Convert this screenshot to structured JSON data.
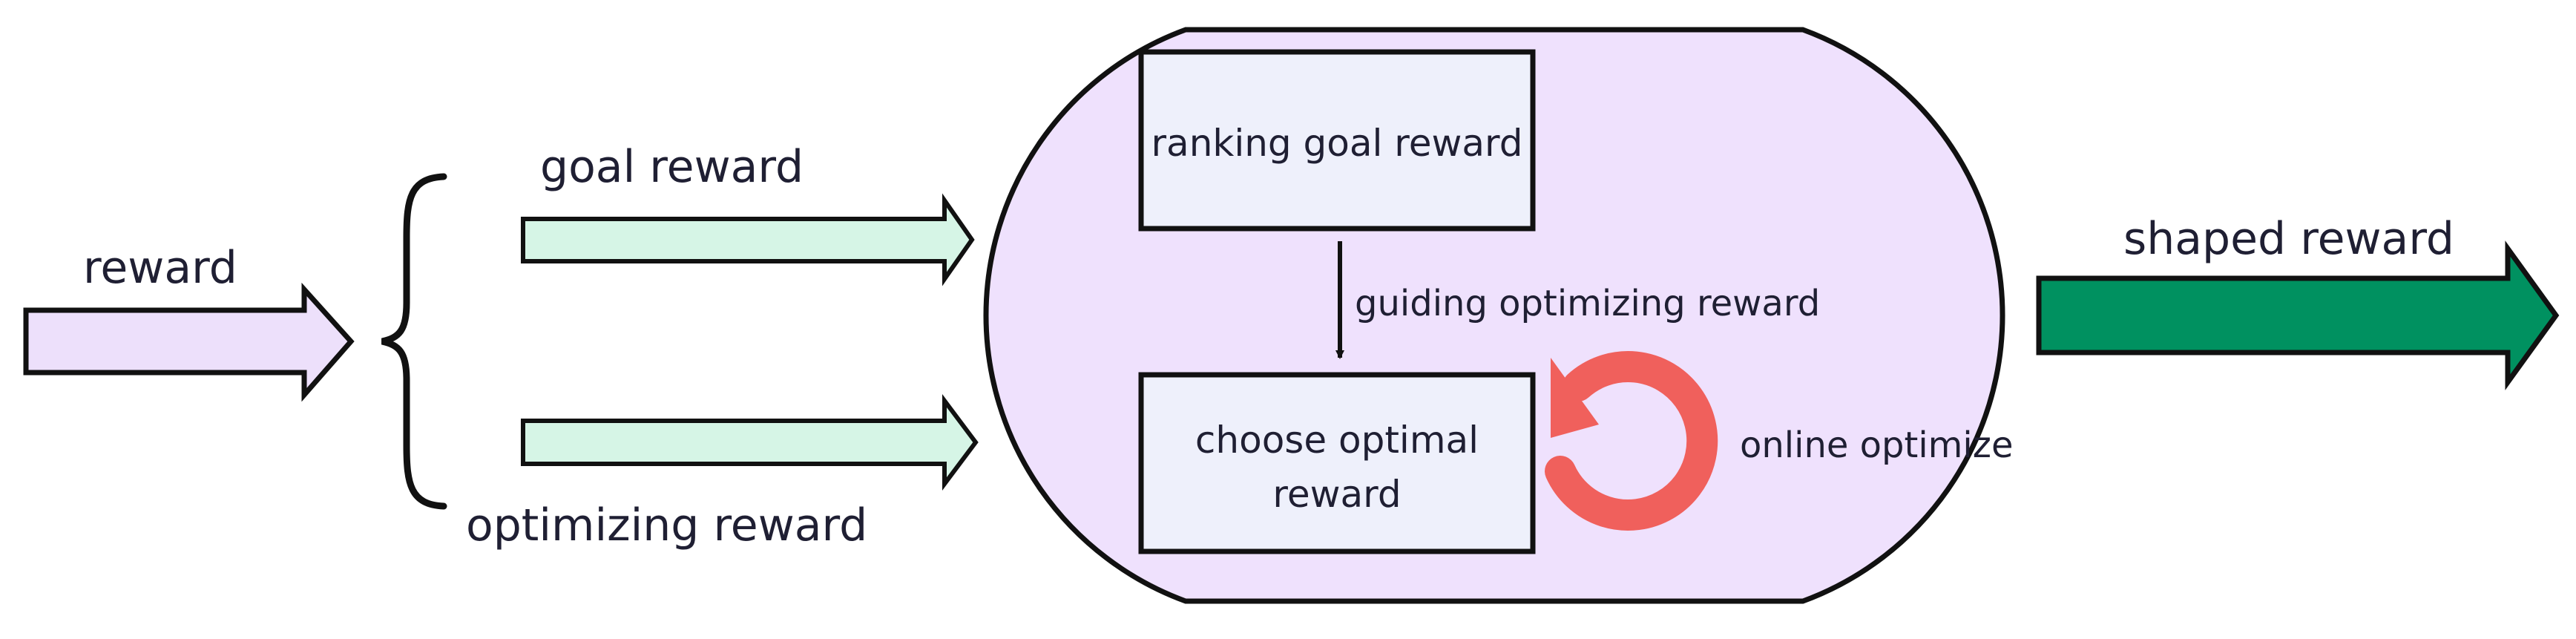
{
  "labels": {
    "input": "reward",
    "goal": "goal reward",
    "optimizing": "optimizing reward",
    "output": "shaped reward",
    "guiding": "guiding optimizing reward",
    "online": "online optimize"
  },
  "boxes": {
    "ranking": [
      "ranking goal reward"
    ],
    "choose": [
      "choose optimal",
      "reward"
    ]
  },
  "colors": {
    "input_arrow": "#ede0fb",
    "branch_arrow": "#d6f5e6",
    "capsule": "#efe1fd",
    "box_fill": "#eef0fb",
    "output_arrow": "#009160",
    "loop": "#f0605c",
    "stroke": "#111111"
  },
  "icons": {
    "loop": "counterclockwise-loop-arrow-icon"
  }
}
